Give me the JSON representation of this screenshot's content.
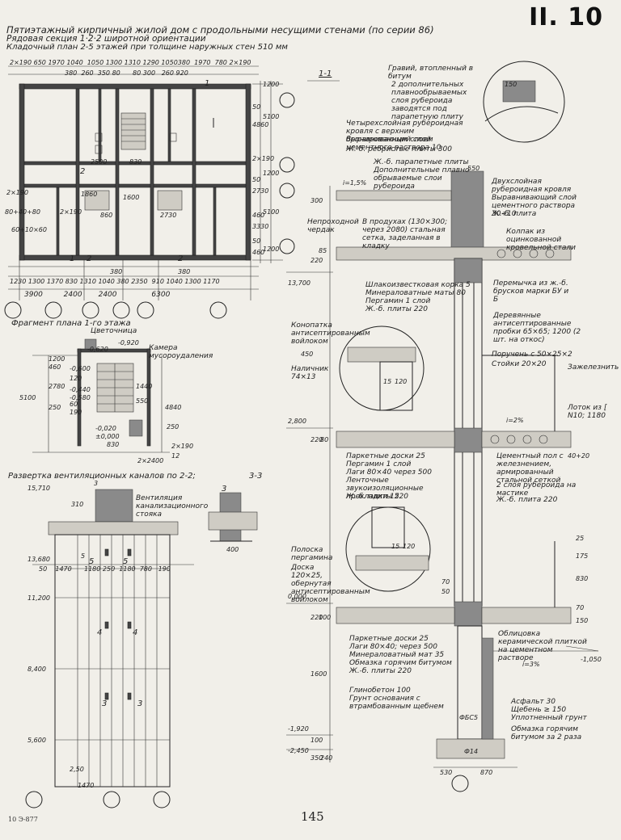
{
  "sheet_number": "II. 10",
  "page_number": "145",
  "footer_code": "10 Э-877",
  "title": {
    "line1": "Пятиэтажный кирпичный жилой дом с продольными несущими стенами (по серии 86)",
    "line2": "Рядовая секция 1·2·2 широтной ориентации",
    "line3": "Кладочный план 2-5 этажей при толщине наружных стен 510 мм"
  },
  "plan": {
    "top_dims": [
      "2×190",
      "650",
      "1970",
      "1040",
      "1050",
      "1300",
      "1310",
      "1290",
      "1050",
      "380",
      "1970",
      "780",
      "2×190"
    ],
    "top_dims2": [
      "380",
      "260",
      "350",
      "80",
      "80",
      "300",
      "260",
      "920"
    ],
    "right_dims": [
      "1200",
      "4860",
      "5100",
      "1200",
      "2730",
      "5100",
      "3330",
      "1200"
    ],
    "right_dims2": [
      "50",
      "2×190",
      "50",
      "460",
      "50",
      "460"
    ],
    "inner_labels": [
      "2500",
      "830",
      "1860",
      "1600",
      "2730",
      "860",
      "2×190",
      "2×190",
      "80+40+80",
      "60+10×60"
    ],
    "bottom_dims1": [
      "1230",
      "1300",
      "1370",
      "830",
      "1310",
      "1040",
      "380",
      "2350",
      "910",
      "1040",
      "1300",
      "1170"
    ],
    "bottom_dims2": [
      "3900",
      "2400",
      "2400",
      "6300"
    ],
    "bottom_dims_small": [
      "380",
      "380"
    ],
    "markers": [
      "1",
      "1",
      "2",
      "2",
      "2"
    ]
  },
  "fragment": {
    "title": "Фрагмент плана 1-го этажа",
    "labels": [
      "Цветочница",
      "Камера мусороудаления"
    ],
    "levels": [
      "-0,920",
      "-0,620",
      "-0,600",
      "-0,440",
      "-0,580",
      "-0,020",
      "±0,000"
    ],
    "dims": [
      "1200",
      "460",
      "2780",
      "250",
      "5100",
      "60",
      "190",
      "120",
      "1440",
      "550",
      "4840",
      "830",
      "250",
      "2×2400",
      "2×190",
      "12"
    ]
  },
  "razv": {
    "title": "Развертка вентиляционных каналов по 2-2;",
    "title_cut": "3-3",
    "label": "Вентиляция канализационного стояка",
    "levels": [
      "15,710",
      "13,680",
      "11,200",
      "8,400",
      "5,600"
    ],
    "dims": [
      "50",
      "1470",
      "1180",
      "250",
      "1180",
      "780",
      "190",
      "2,50",
      "1470",
      "310",
      "400",
      "5",
      "3"
    ],
    "numbers": [
      "4",
      "4",
      "3",
      "3",
      "5",
      "5"
    ],
    "marker": "3"
  },
  "section": {
    "title": "1-1",
    "levels": [
      "13,700",
      "2,800",
      "0,000",
      "-1,920",
      "-2,450",
      "-1,050"
    ],
    "callouts": [
      "Гравий, втопленный в битум",
      "2 дополнительных плавнообрываемых слоя рубероида заводятся под парапетную плиту",
      "Четырехслойная рубероидная кровля с верхним бронированным слоем",
      "Выравнивающий слой цементного раствора 10",
      "Ж.-б. ребристые плиты 300",
      "Ж.-б. парапетные плиты",
      "Дополнительные плавно обрываемые слои рубероида",
      "Двухслойная рубероидная кровля",
      "Выравнивающий слой цементного раствора 30÷10",
      "Ж.-б. плита",
      "Непроходной чердак",
      "В продухах (130×300; через 2080) стальная сетка, заделанная в кладку",
      "Колпак из оцинкованной кровельной стали",
      "Шлакоизвестковая корка 5",
      "Минераловатные маты 80",
      "Пергамин 1 слой",
      "Ж.-б. плиты 220",
      "Перемычка из ж.-б. брусков марки БУ и Б",
      "Деревянные антисептированные пробки 65×65; 1200 (2 шт. на откос)",
      "Конопатка антисептированным войлоком",
      "Наличник 74×13",
      "Поручень с 50×25×2",
      "Стойки 20×20",
      "Зажелезнить",
      "Лоток из [ N10; 1180",
      "Паркетные доски 25",
      "Пергамин 1 слой",
      "Лаги 80×40 через 500",
      "Ленточные звукоизоляционные прокладки 15",
      "Ж.-б. плиты 220",
      "Цементный пол с железнением, армированный стальной сеткой",
      "2 слоя рубероида на мастике",
      "Ж.-б. плита 220",
      "Полоска пергамина",
      "Доска 120×25, обернутая антисептированным войлоком",
      "Паркетные доски 25",
      "Лаги 80×40; через 500",
      "Минераловатный мат 35",
      "Обмазка горячим битумом",
      "Ж.-б. плиты 220",
      "Облицовка керамической плиткой на цементном растворе",
      "Глинобетон 100",
      "Грунт основания с втрамбованным щебнем",
      "Асфальт 30",
      "Щебень ≥ 150",
      "Уплотненный грунт",
      "Обмазка горячим битумом за 2 раза"
    ],
    "slopes": [
      "i=1,5%",
      "i=2%",
      "i=3%"
    ],
    "dims": [
      "150",
      "550",
      "300",
      "220",
      "85",
      "220",
      "80",
      "40+20",
      "25",
      "175",
      "830",
      "70",
      "150",
      "220",
      "100",
      "1600",
      "530",
      "870",
      "100",
      "350",
      "240",
      "450",
      "15",
      "120",
      "15",
      "120",
      "70",
      "50"
    ],
    "block_labels": [
      "ФБС5",
      "Ф14"
    ]
  }
}
